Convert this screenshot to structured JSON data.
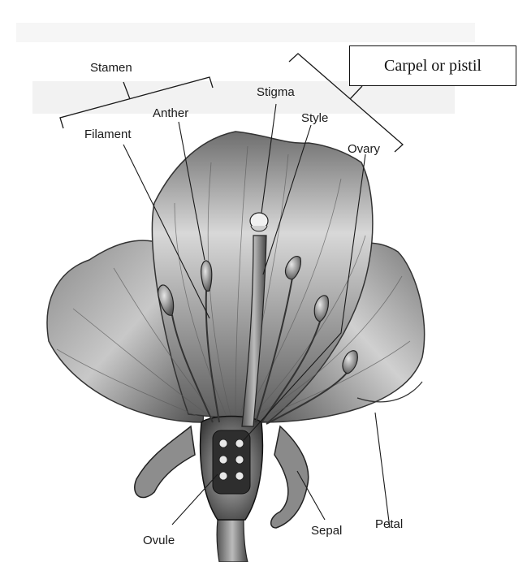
{
  "diagram": {
    "labels": {
      "stamen": "Stamen",
      "anther": "Anther",
      "filament": "Filament",
      "stigma": "Stigma",
      "style": "Style",
      "ovary": "Ovary",
      "ovule": "Ovule",
      "sepal": "Sepal",
      "petal": "Petal"
    },
    "callout": "Carpel or pistil"
  }
}
